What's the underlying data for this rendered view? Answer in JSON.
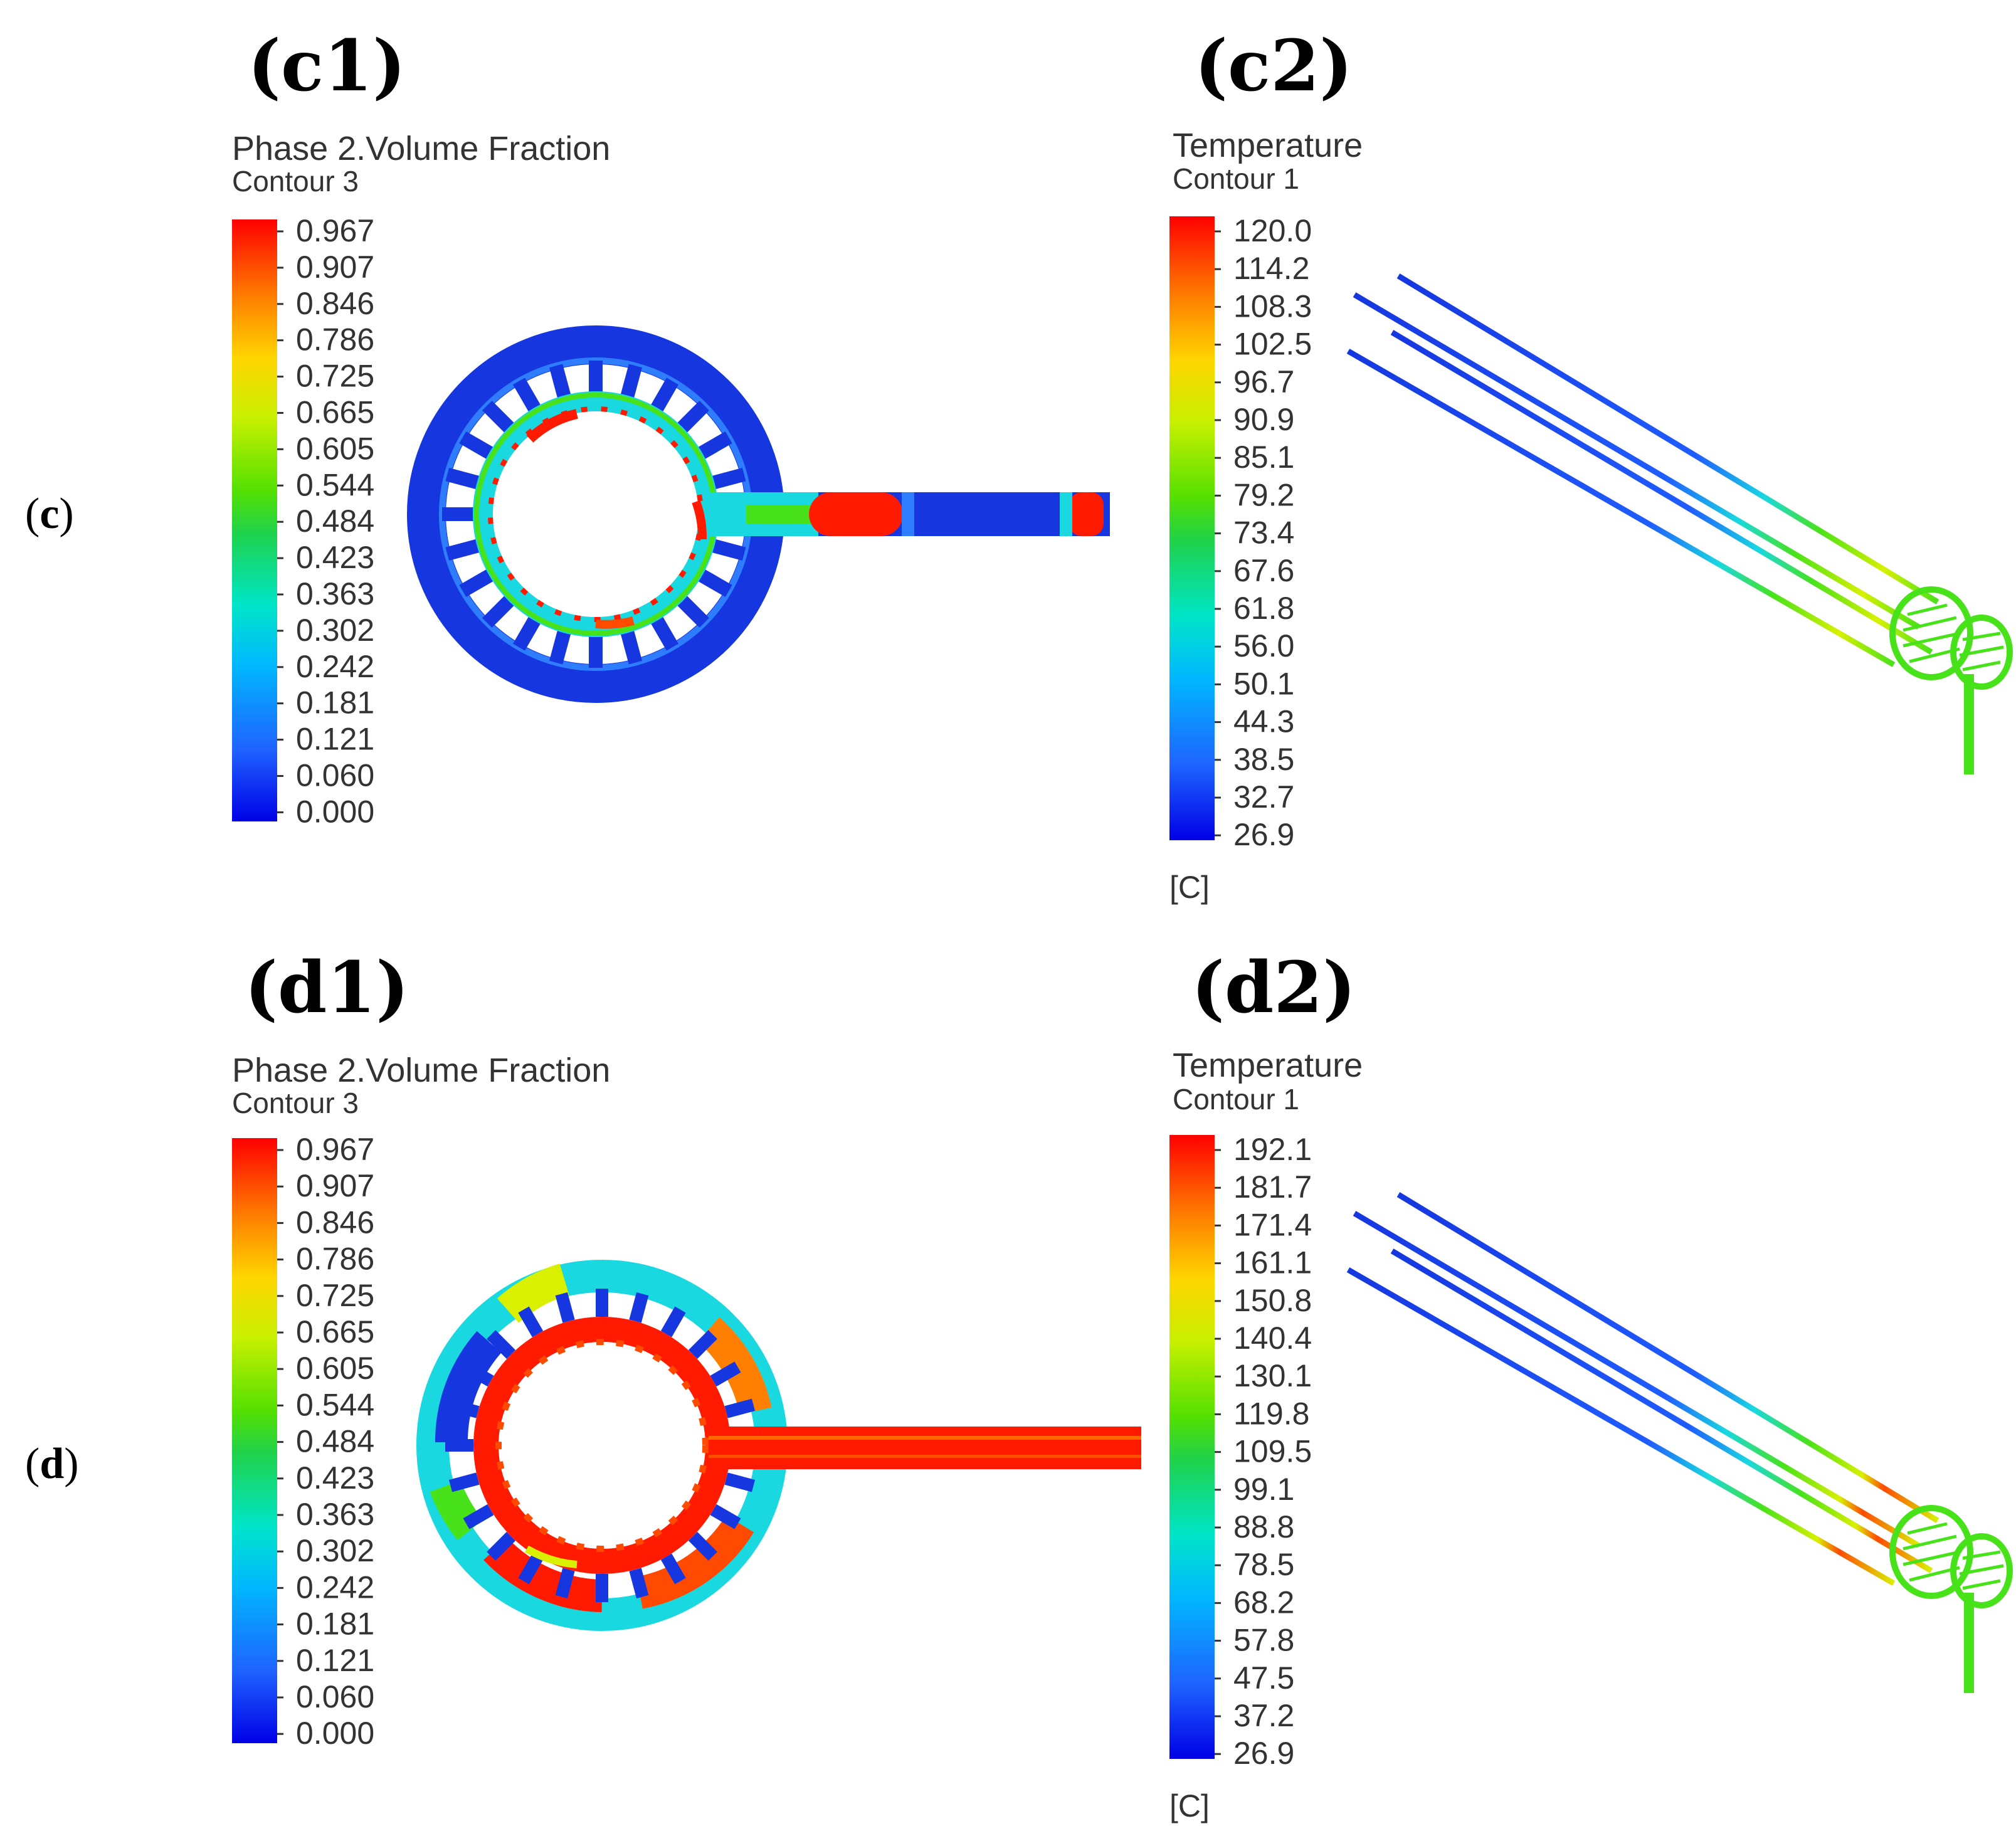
{
  "rows": [
    {
      "row_label": "c",
      "left": {
        "label": "c1",
        "legend_title": "Phase 2.Volume Fraction",
        "legend_subtitle": "Contour 3",
        "ticks": [
          "0.967",
          "0.907",
          "0.846",
          "0.786",
          "0.725",
          "0.665",
          "0.605",
          "0.544",
          "0.484",
          "0.423",
          "0.363",
          "0.302",
          "0.242",
          "0.181",
          "0.121",
          "0.060",
          "0.000"
        ]
      },
      "right": {
        "label": "c2",
        "legend_title": "Temperature",
        "legend_subtitle": "Contour 1",
        "unit": "[C]",
        "ticks": [
          "120.0",
          "114.2",
          "108.3",
          "102.5",
          "96.7",
          "90.9",
          "85.1",
          "79.2",
          "73.4",
          "67.6",
          "61.8",
          "56.0",
          "50.1",
          "44.3",
          "38.5",
          "32.7",
          "26.9"
        ]
      }
    },
    {
      "row_label": "d",
      "left": {
        "label": "d1",
        "legend_title": "Phase 2.Volume Fraction",
        "legend_subtitle": "Contour 3",
        "ticks": [
          "0.967",
          "0.907",
          "0.846",
          "0.786",
          "0.725",
          "0.665",
          "0.605",
          "0.544",
          "0.484",
          "0.423",
          "0.363",
          "0.302",
          "0.242",
          "0.181",
          "0.121",
          "0.060",
          "0.000"
        ]
      },
      "right": {
        "label": "d2",
        "legend_title": "Temperature",
        "legend_subtitle": "Contour 1",
        "unit": "[C]",
        "ticks": [
          "192.1",
          "181.7",
          "171.4",
          "161.1",
          "150.8",
          "140.4",
          "130.1",
          "119.8",
          "109.5",
          "99.1",
          "88.8",
          "78.5",
          "68.2",
          "57.8",
          "47.5",
          "37.2",
          "26.9"
        ]
      }
    }
  ],
  "colors": {
    "red": "#ff1a00",
    "blue": "#1637e0",
    "green": "#48e21a",
    "yellow": "#d9f000",
    "cyan": "#19d8e0"
  }
}
